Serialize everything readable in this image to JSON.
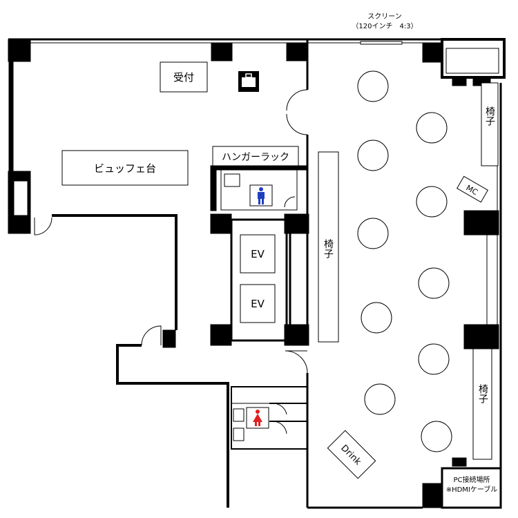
{
  "screen": {
    "title": "スクリーン",
    "size": "（120インチ　4:3）"
  },
  "rooms": {
    "reception": "受付",
    "buffet": "ビュッフェ台",
    "hanger_rack": "ハンガーラック",
    "elevator_1": "EV",
    "elevator_2": "EV",
    "drink": "Drink",
    "mc": "MC",
    "chair_center": "椅子",
    "chair_right_top": "椅子",
    "chair_right_bottom": "椅子",
    "pc_area_line1": "PC接続場所",
    "pc_area_line2": "※HDMIケーブル"
  },
  "icons": {
    "luggage": "luggage-icon",
    "men": "mens-restroom-icon",
    "women": "womens-restroom-icon"
  },
  "colors": {
    "men": "#1f3fbf",
    "women": "#e02020",
    "wall": "#000000"
  }
}
